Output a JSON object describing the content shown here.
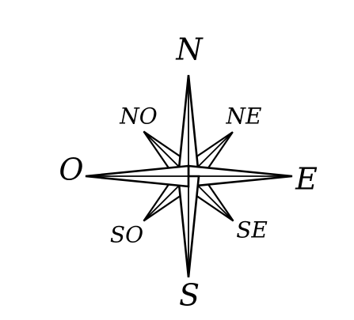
{
  "compass": {
    "labels": {
      "north": "N",
      "east": "E",
      "south": "S",
      "west": "O",
      "northeast": "NE",
      "southeast": "SE",
      "southwest": "SO",
      "northwest": "NO"
    },
    "colors": {
      "ink": "#000000",
      "background": "#ffffff"
    }
  }
}
